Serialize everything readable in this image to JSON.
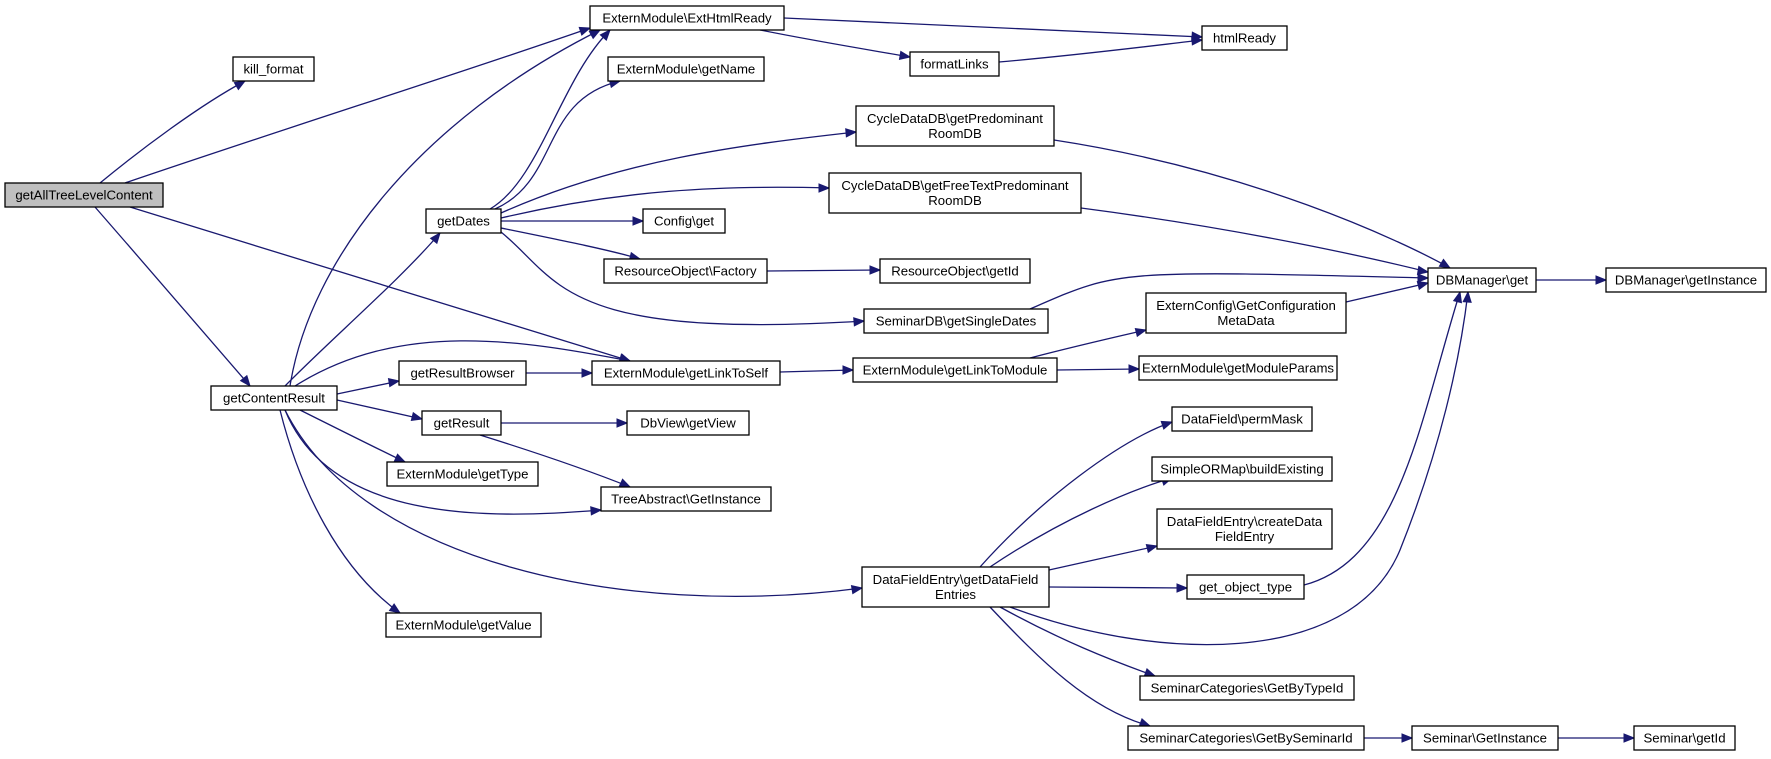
{
  "colors": {
    "edge": "#191970",
    "node_fill": "#ffffff",
    "root_fill": "#bfbfbf",
    "node_border": "#000000"
  },
  "nodes": [
    {
      "id": "getAllTreeLevelContent",
      "lines": [
        "getAllTreeLevelContent"
      ],
      "root": true
    },
    {
      "id": "kill_format",
      "lines": [
        "kill_format"
      ]
    },
    {
      "id": "getContentResult",
      "lines": [
        "getContentResult"
      ]
    },
    {
      "id": "ExtHtmlReady",
      "lines": [
        "ExternModule\\ExtHtmlReady"
      ]
    },
    {
      "id": "getName",
      "lines": [
        "ExternModule\\getName"
      ]
    },
    {
      "id": "htmlReady",
      "lines": [
        "htmlReady"
      ]
    },
    {
      "id": "formatLinks",
      "lines": [
        "formatLinks"
      ]
    },
    {
      "id": "getDates",
      "lines": [
        "getDates"
      ]
    },
    {
      "id": "getPredominantRoomDB",
      "lines": [
        "CycleDataDB\\getPredominant",
        "RoomDB"
      ]
    },
    {
      "id": "getFreeTextPredominantRoomDB",
      "lines": [
        "CycleDataDB\\getFreeTextPredominant",
        "RoomDB"
      ]
    },
    {
      "id": "ConfigGet",
      "lines": [
        "Config\\get"
      ]
    },
    {
      "id": "ResourceFactory",
      "lines": [
        "ResourceObject\\Factory"
      ]
    },
    {
      "id": "ResourceGetId",
      "lines": [
        "ResourceObject\\getId"
      ]
    },
    {
      "id": "DBManagerGet",
      "lines": [
        "DBManager\\get"
      ]
    },
    {
      "id": "DBManagerGetInstance",
      "lines": [
        "DBManager\\getInstance"
      ]
    },
    {
      "id": "getSingleDates",
      "lines": [
        "SeminarDB\\getSingleDates"
      ]
    },
    {
      "id": "GetConfigurationMetaData",
      "lines": [
        "ExternConfig\\GetConfiguration",
        "MetaData"
      ]
    },
    {
      "id": "getResultBrowser",
      "lines": [
        "getResultBrowser"
      ]
    },
    {
      "id": "getLinkToSelf",
      "lines": [
        "ExternModule\\getLinkToSelf"
      ]
    },
    {
      "id": "getLinkToModule",
      "lines": [
        "ExternModule\\getLinkToModule"
      ]
    },
    {
      "id": "getModuleParams",
      "lines": [
        "ExternModule\\getModuleParams"
      ]
    },
    {
      "id": "getResult",
      "lines": [
        "getResult"
      ]
    },
    {
      "id": "getView",
      "lines": [
        "DbView\\getView"
      ]
    },
    {
      "id": "getType",
      "lines": [
        "ExternModule\\getType"
      ]
    },
    {
      "id": "TreeGetInstance",
      "lines": [
        "TreeAbstract\\GetInstance"
      ]
    },
    {
      "id": "permMask",
      "lines": [
        "DataField\\permMask"
      ]
    },
    {
      "id": "buildExisting",
      "lines": [
        "SimpleORMap\\buildExisting"
      ]
    },
    {
      "id": "createDataFieldEntry",
      "lines": [
        "DataFieldEntry\\createData",
        "FieldEntry"
      ]
    },
    {
      "id": "getDataFieldEntries",
      "lines": [
        "DataFieldEntry\\getDataField",
        "Entries"
      ]
    },
    {
      "id": "get_object_type",
      "lines": [
        "get_object_type"
      ]
    },
    {
      "id": "getValue",
      "lines": [
        "ExternModule\\getValue"
      ]
    },
    {
      "id": "GetByTypeId",
      "lines": [
        "SeminarCategories\\GetByTypeId"
      ]
    },
    {
      "id": "GetBySeminarId",
      "lines": [
        "SeminarCategories\\GetBySeminarId"
      ]
    },
    {
      "id": "SeminarGetInstance",
      "lines": [
        "Seminar\\GetInstance"
      ]
    },
    {
      "id": "SeminarGetId",
      "lines": [
        "Seminar\\getId"
      ]
    }
  ],
  "edges": [
    [
      "getAllTreeLevelContent",
      "kill_format"
    ],
    [
      "getAllTreeLevelContent",
      "ExtHtmlReady"
    ],
    [
      "getAllTreeLevelContent",
      "getContentResult"
    ],
    [
      "getAllTreeLevelContent",
      "getLinkToSelf"
    ],
    [
      "ExtHtmlReady",
      "htmlReady"
    ],
    [
      "ExtHtmlReady",
      "formatLinks"
    ],
    [
      "formatLinks",
      "htmlReady"
    ],
    [
      "getContentResult",
      "ExtHtmlReady"
    ],
    [
      "getContentResult",
      "getDates"
    ],
    [
      "getContentResult",
      "getLinkToSelf"
    ],
    [
      "getContentResult",
      "getResultBrowser"
    ],
    [
      "getContentResult",
      "getResult"
    ],
    [
      "getContentResult",
      "getType"
    ],
    [
      "getContentResult",
      "TreeGetInstance"
    ],
    [
      "getContentResult",
      "getDataFieldEntries"
    ],
    [
      "getContentResult",
      "getValue"
    ],
    [
      "getDates",
      "ExtHtmlReady"
    ],
    [
      "getDates",
      "getName"
    ],
    [
      "getDates",
      "getPredominantRoomDB"
    ],
    [
      "getDates",
      "getFreeTextPredominantRoomDB"
    ],
    [
      "getDates",
      "ConfigGet"
    ],
    [
      "getDates",
      "ResourceFactory"
    ],
    [
      "getDates",
      "getSingleDates"
    ],
    [
      "ResourceFactory",
      "ResourceGetId"
    ],
    [
      "getPredominantRoomDB",
      "DBManagerGet"
    ],
    [
      "getFreeTextPredominantRoomDB",
      "DBManagerGet"
    ],
    [
      "getSingleDates",
      "DBManagerGet"
    ],
    [
      "GetConfigurationMetaData",
      "DBManagerGet"
    ],
    [
      "DBManagerGet",
      "DBManagerGetInstance"
    ],
    [
      "getResultBrowser",
      "getLinkToSelf"
    ],
    [
      "getLinkToSelf",
      "getLinkToModule"
    ],
    [
      "getLinkToModule",
      "GetConfigurationMetaData"
    ],
    [
      "getLinkToModule",
      "getModuleParams"
    ],
    [
      "getResult",
      "getView"
    ],
    [
      "getResult",
      "TreeGetInstance"
    ],
    [
      "getDataFieldEntries",
      "permMask"
    ],
    [
      "getDataFieldEntries",
      "buildExisting"
    ],
    [
      "getDataFieldEntries",
      "createDataFieldEntry"
    ],
    [
      "getDataFieldEntries",
      "get_object_type"
    ],
    [
      "getDataFieldEntries",
      "DBManagerGet"
    ],
    [
      "getDataFieldEntries",
      "GetByTypeId"
    ],
    [
      "getDataFieldEntries",
      "GetBySeminarId"
    ],
    [
      "get_object_type",
      "DBManagerGet"
    ],
    [
      "GetBySeminarId",
      "SeminarGetInstance"
    ],
    [
      "SeminarGetInstance",
      "SeminarGetId"
    ]
  ]
}
